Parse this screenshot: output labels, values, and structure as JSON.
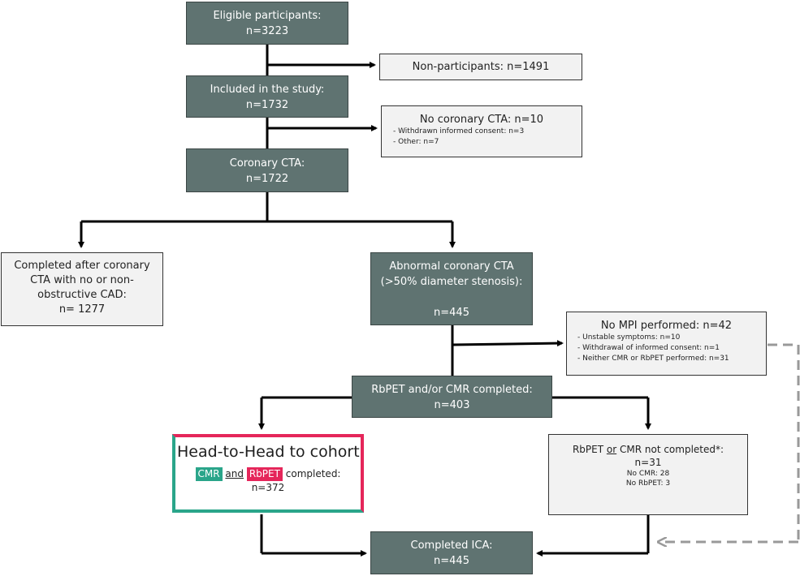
{
  "eligible": {
    "label": "Eligible participants:",
    "n": "n=3223"
  },
  "non_participants": {
    "label": "Non-participants: n=1491"
  },
  "included": {
    "label": "Included in the study:",
    "n": "n=1732"
  },
  "no_cta": {
    "title": "No coronary CTA: n=10",
    "items": [
      "- Withdrawn informed consent: n=3",
      "- Other: n=7"
    ]
  },
  "coronary_cta": {
    "label": "Coronary CTA:",
    "n": "n=1722"
  },
  "completed_non_obstructive": {
    "line1": "Completed after coronary",
    "line2": "CTA with no or non-",
    "line3": "obstructive CAD:",
    "n": "n= 1277"
  },
  "abnormal_cta": {
    "line1": "Abnormal coronary CTA",
    "line2": "(>50% diameter stenosis):",
    "n": "n=445"
  },
  "no_mpi": {
    "title": "No MPI performed: n=42",
    "items": [
      "- Unstable symptoms: n=10",
      "- Withdrawal of informed consent: n=1",
      "- Neither CMR or RbPET performed: n=31"
    ]
  },
  "rbpet_cmr_completed": {
    "label": "RbPET and/or CMR completed:",
    "n": "n=403"
  },
  "head_to_head": {
    "title": "Head-to-Head to cohort",
    "cmr": "CMR",
    "and": "and",
    "rbpet": "RbPET",
    "completed": "completed:",
    "n": "n=372"
  },
  "not_completed": {
    "pre": "RbPET",
    "or": "or",
    "post": "CMR not completed*:",
    "n": "n=31",
    "items": [
      "No CMR: 28",
      "No RbPET: 3"
    ]
  },
  "completed_ica": {
    "label": "Completed ICA:",
    "n": "n=445"
  },
  "colors": {
    "box_dark": "#5f7371",
    "box_light": "#f2f2f2",
    "teal": "#2aa58a",
    "pink": "#e5265a",
    "dashed": "#999999"
  }
}
